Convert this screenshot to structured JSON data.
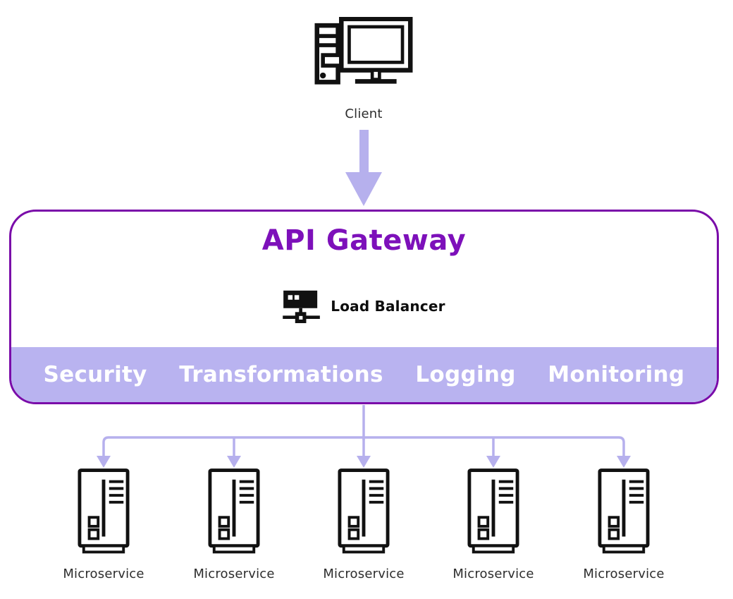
{
  "client": {
    "label": "Client",
    "icon": "desktop-computer-icon"
  },
  "arrow": {
    "direction": "down",
    "from": "Client",
    "to": "API Gateway"
  },
  "gateway": {
    "title": "API Gateway",
    "load_balancer": {
      "label": "Load Balancer",
      "icon": "load-balancer-icon"
    },
    "features": [
      "Security",
      "Transformations",
      "Logging",
      "Monitoring"
    ]
  },
  "microservices": {
    "icon": "server-icon",
    "labels": [
      "Microservice",
      "Microservice",
      "Microservice",
      "Microservice",
      "Microservice"
    ]
  },
  "colors": {
    "gateway_border": "#7a0ca9",
    "gateway_title": "#7d10ba",
    "connector_lavender": "#b6b0ed",
    "band_background": "#b9b3f0",
    "band_text": "#ffffff",
    "icon_black": "#111111",
    "label_text": "#2d2d2d"
  }
}
